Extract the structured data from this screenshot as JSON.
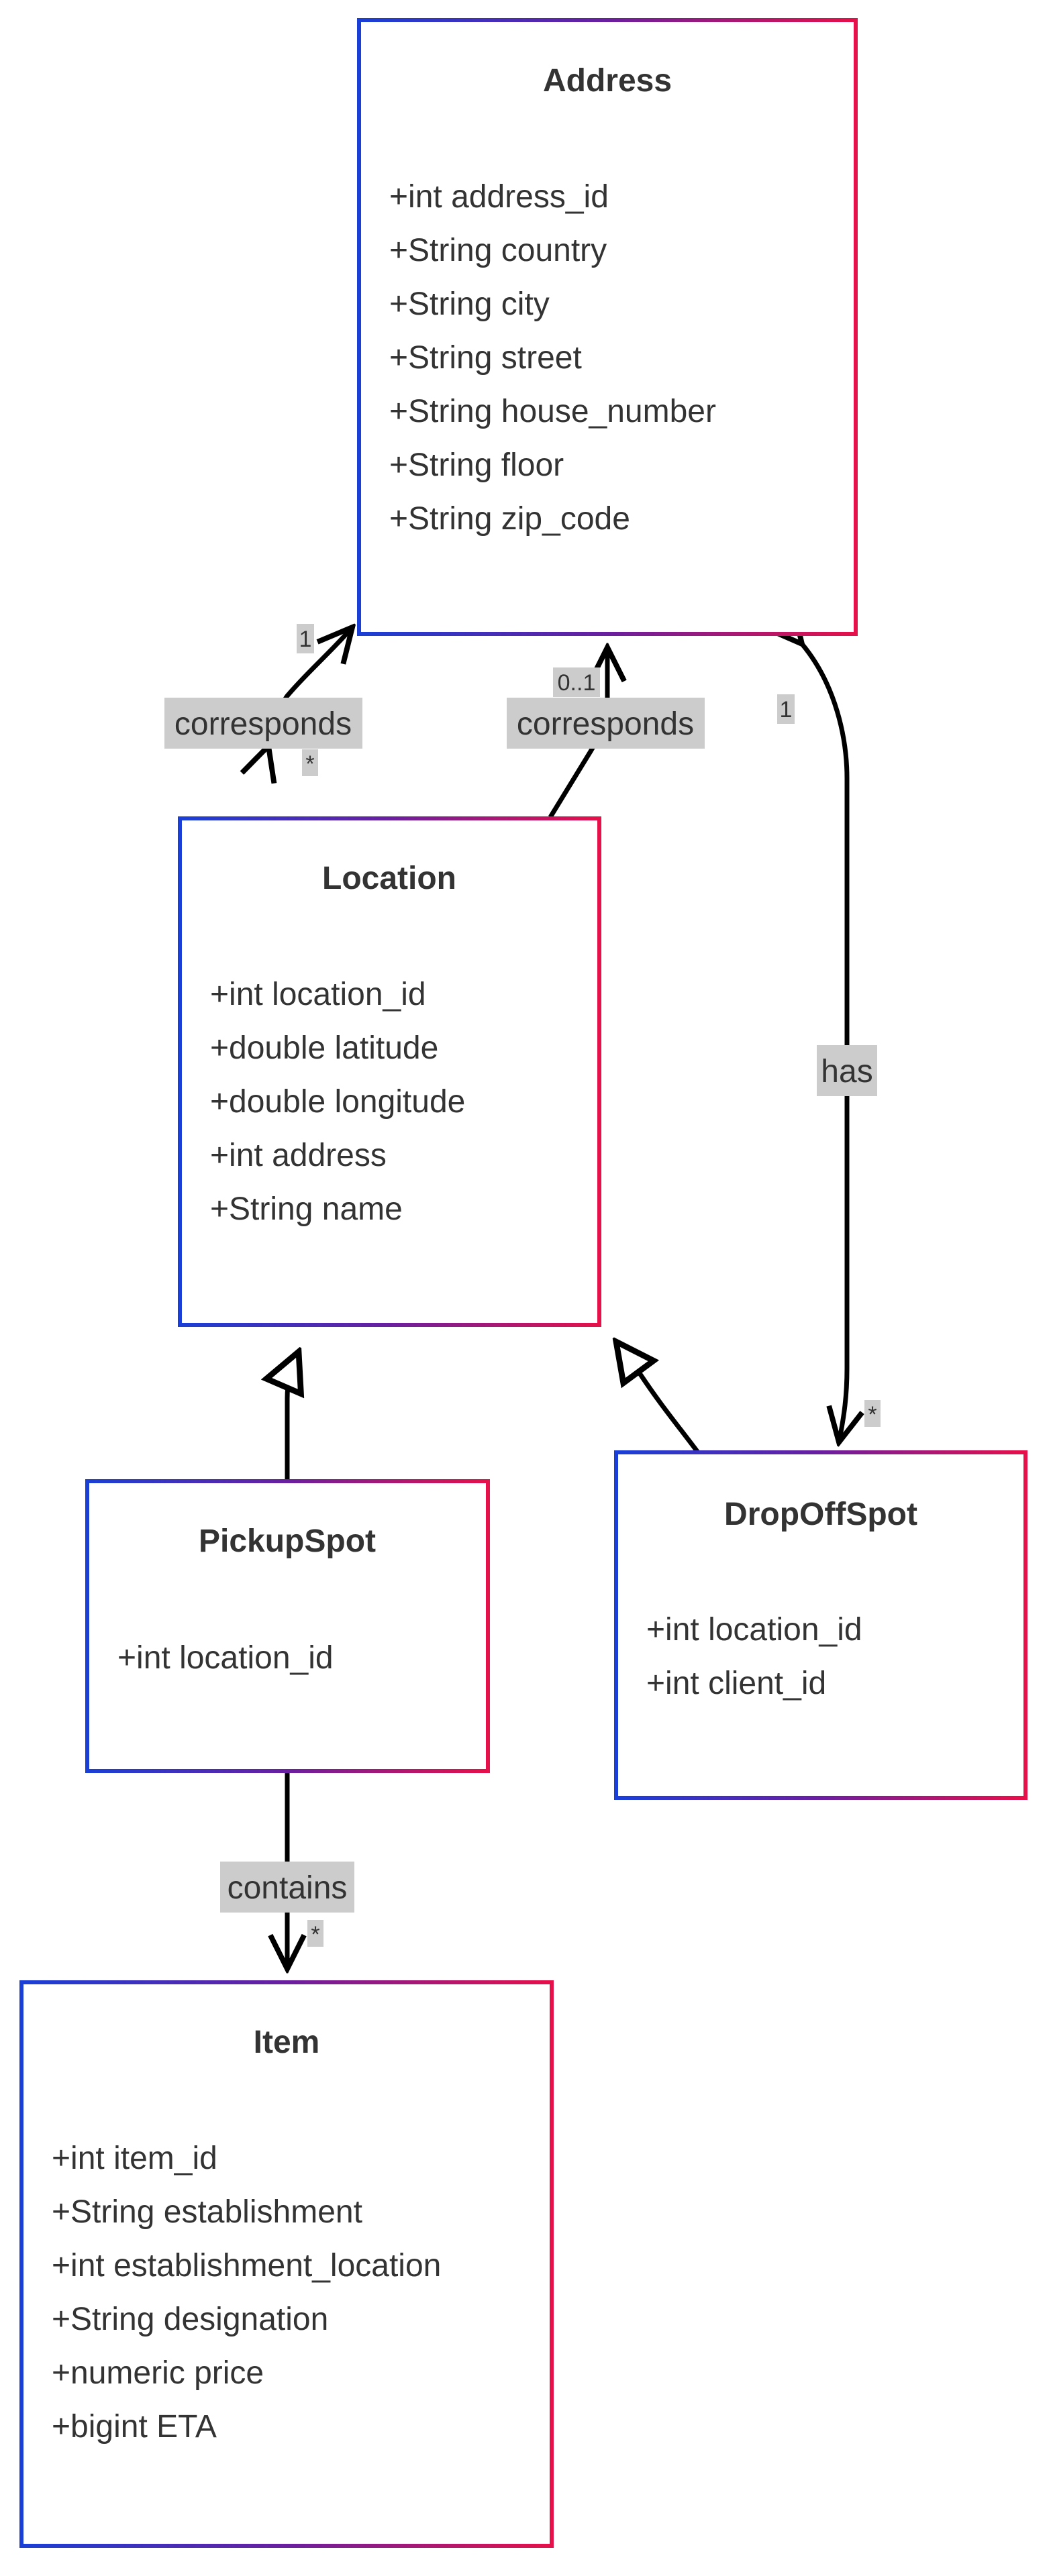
{
  "classes": {
    "address": {
      "name": "Address",
      "attributes": [
        "+int address_id",
        "+String country",
        "+String city",
        "+String street",
        "+String house_number",
        "+String floor",
        "+String zip_code"
      ]
    },
    "location": {
      "name": "Location",
      "attributes": [
        "+int location_id",
        "+double latitude",
        "+double longitude",
        "+int address",
        "+String name"
      ]
    },
    "pickup": {
      "name": "PickupSpot",
      "attributes": [
        "+int location_id"
      ]
    },
    "dropoff": {
      "name": "DropOffSpot",
      "attributes": [
        "+int location_id",
        "+int client_id"
      ]
    },
    "item": {
      "name": "Item",
      "attributes": [
        "+int item_id",
        "+String establishment",
        "+int establishment_location",
        "+String designation",
        "+numeric price",
        "+bigint ETA"
      ]
    }
  },
  "relations": {
    "loc_addr_left": {
      "label": "corresponds",
      "mult_source": "1",
      "mult_target": "*"
    },
    "loc_addr_right": {
      "label": "corresponds",
      "mult_target": "0..1"
    },
    "addr_dropoff": {
      "label": "has",
      "mult_source": "1",
      "mult_target": "*"
    },
    "pickup_item": {
      "label": "contains",
      "mult_target": "*"
    }
  },
  "colors": {
    "border_gradient_start": "#1a3fd6",
    "border_gradient_mid": "#6a1fa0",
    "border_gradient_end": "#e6104a",
    "label_background": "#cccccc",
    "text": "#333333",
    "edge": "#000000"
  }
}
